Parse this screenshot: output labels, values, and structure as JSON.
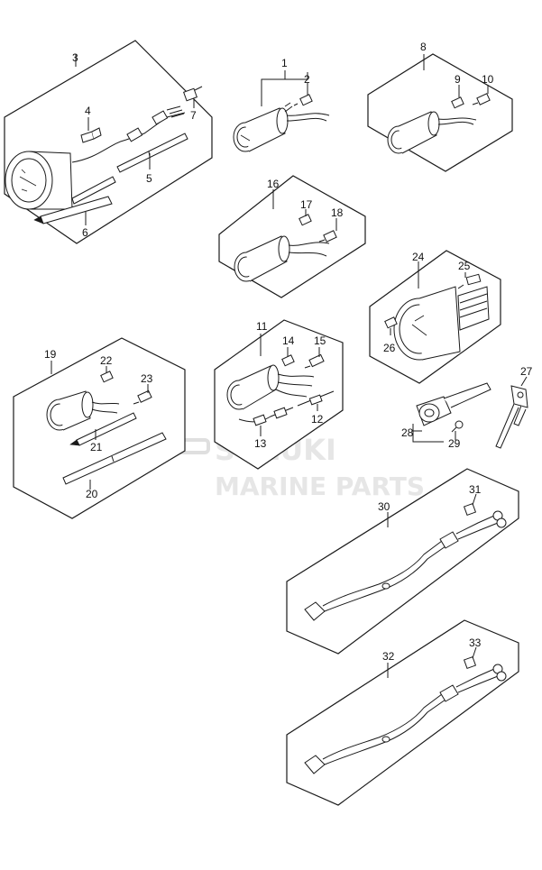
{
  "callouts": {
    "c1": "1",
    "c2": "2",
    "c3": "3",
    "c4": "4",
    "c5": "5",
    "c6": "6",
    "c7": "7",
    "c8": "8",
    "c9": "9",
    "c10": "10",
    "c11": "11",
    "c12": "12",
    "c13": "13",
    "c14": "14",
    "c15": "15",
    "c16": "16",
    "c17": "17",
    "c18": "18",
    "c19": "19",
    "c20": "20",
    "c21": "21",
    "c22": "22",
    "c23": "23",
    "c24": "24",
    "c25": "25",
    "c26": "26",
    "c27": "27",
    "c28": "28",
    "c29": "29",
    "c30": "30",
    "c31": "31",
    "c32": "32",
    "c33": "33"
  },
  "watermark": {
    "line1": "SUZUKI",
    "line2": "MARINE PARTS"
  }
}
